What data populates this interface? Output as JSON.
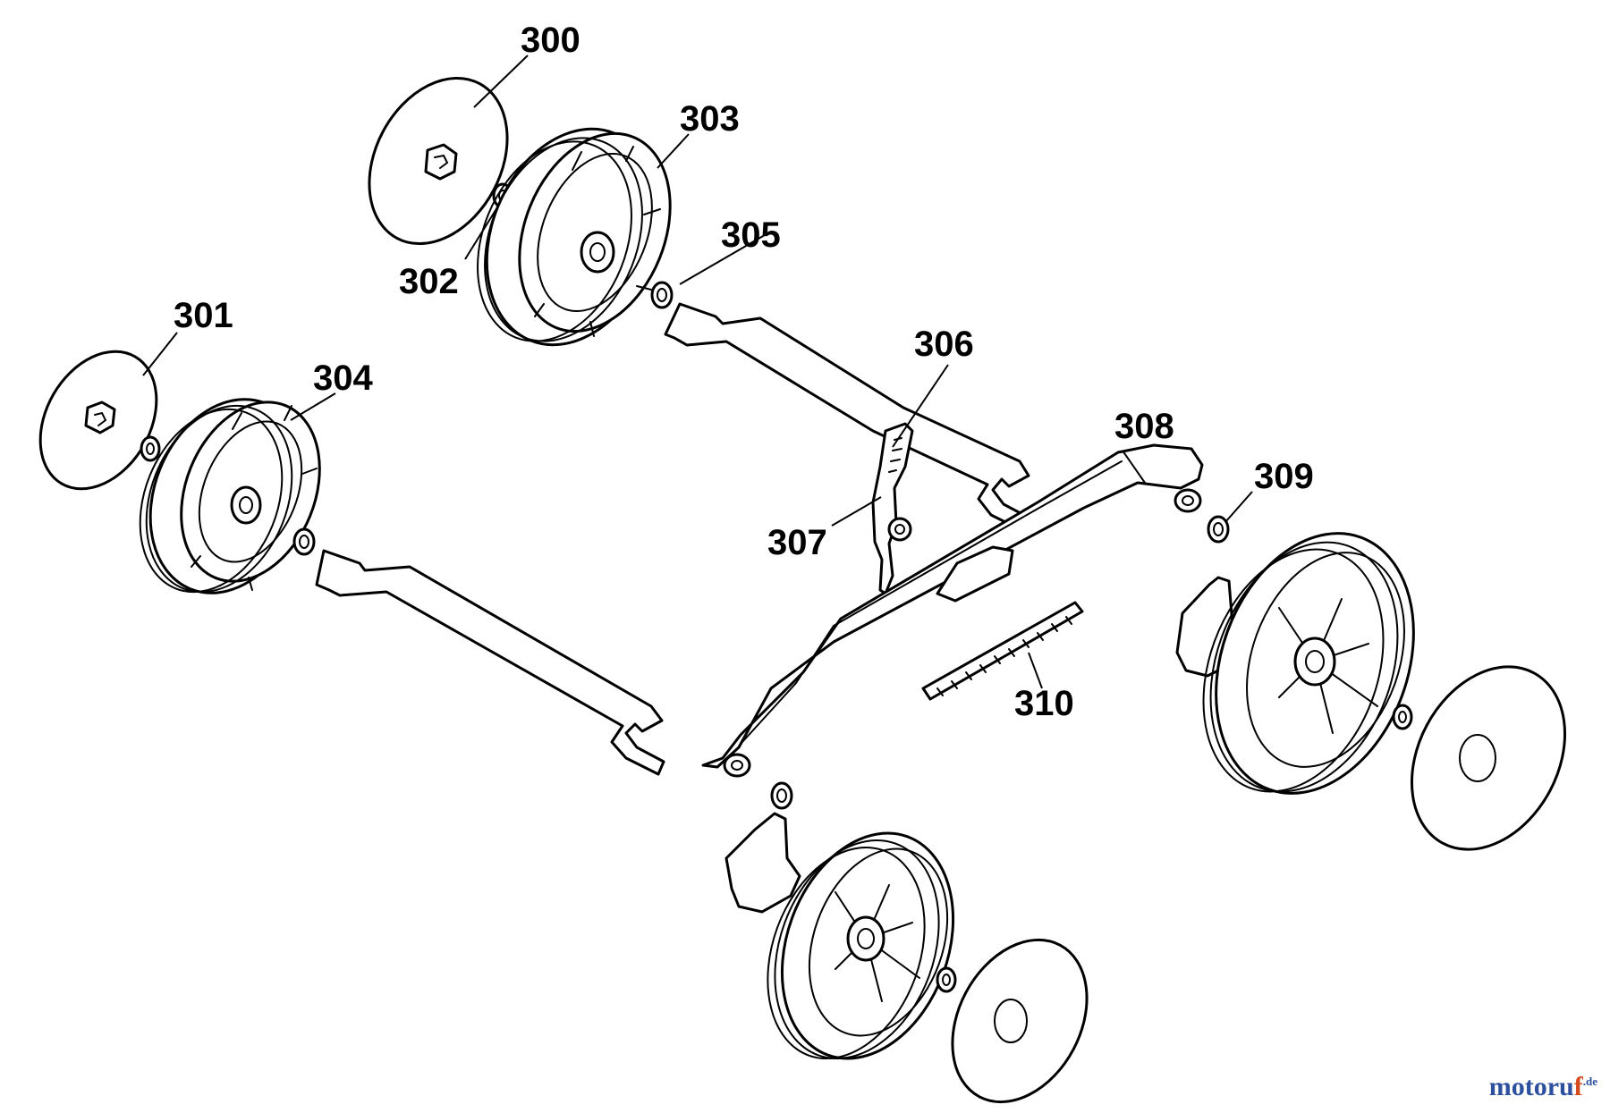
{
  "diagram": {
    "callouts": [
      {
        "id": "300",
        "label": "300"
      },
      {
        "id": "301",
        "label": "301"
      },
      {
        "id": "302",
        "label": "302"
      },
      {
        "id": "303",
        "label": "303"
      },
      {
        "id": "304",
        "label": "304"
      },
      {
        "id": "305",
        "label": "305"
      },
      {
        "id": "306",
        "label": "306"
      },
      {
        "id": "307",
        "label": "307"
      },
      {
        "id": "308",
        "label": "308"
      },
      {
        "id": "309",
        "label": "309"
      },
      {
        "id": "310",
        "label": "310"
      }
    ]
  },
  "watermark": {
    "main": "motoru",
    "accent": "f",
    "tld": ".de",
    "colors": {
      "main": "#2c4f9e",
      "accent": "#d44a1c"
    }
  }
}
